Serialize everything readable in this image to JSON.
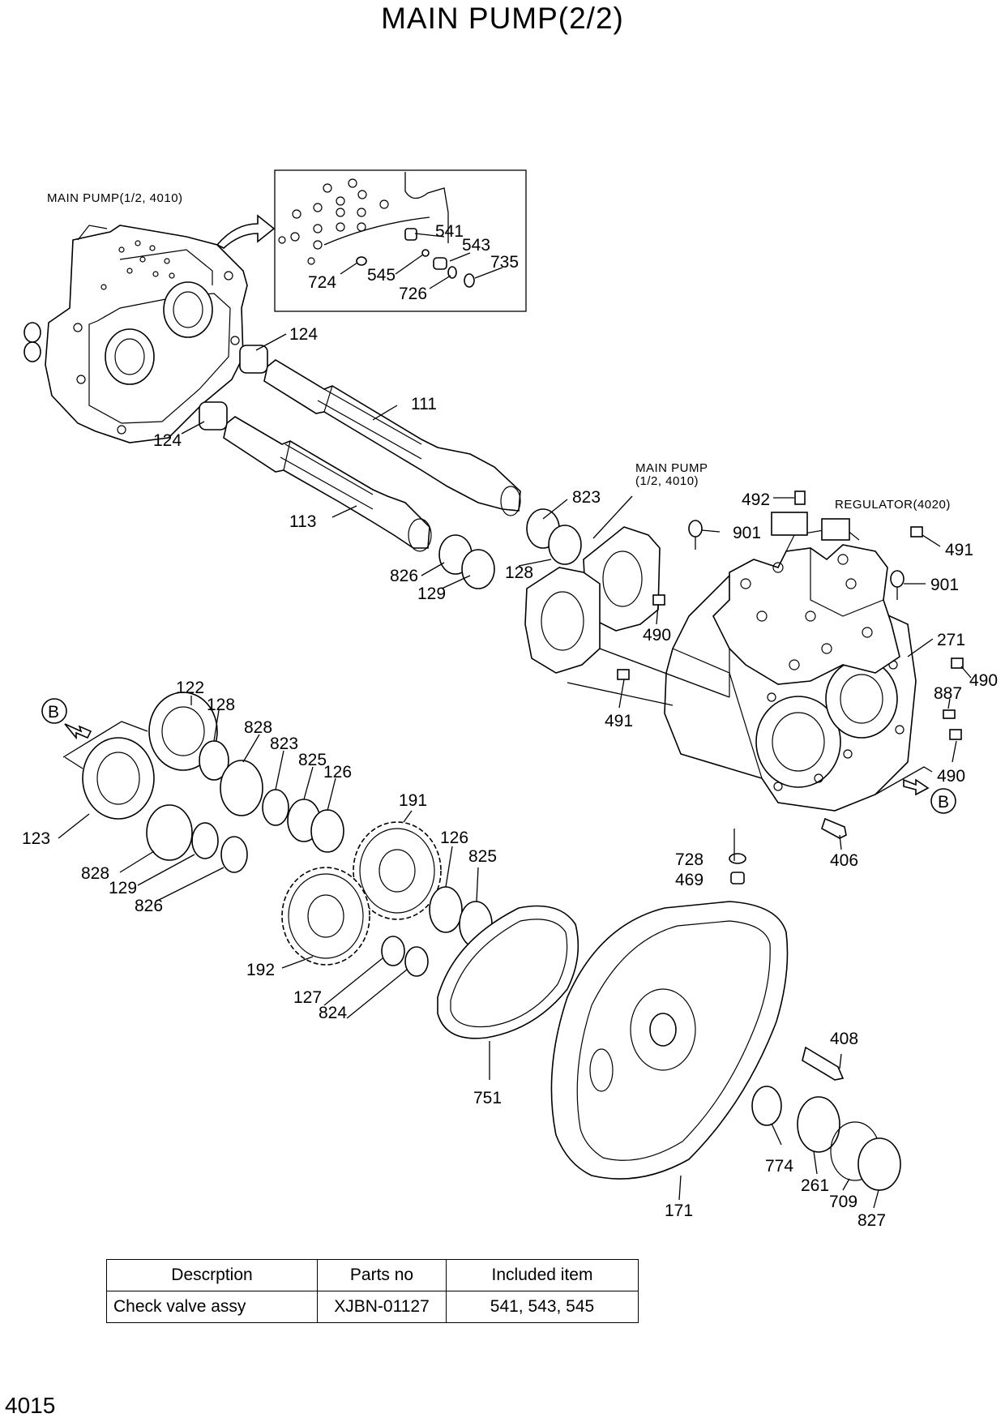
{
  "title": "MAIN PUMP(2/2)",
  "page_number": "4015",
  "notes": {
    "main_pump_ref_1": "MAIN PUMP(1/2, 4010)",
    "main_pump_ref_2_line1": "MAIN PUMP",
    "main_pump_ref_2_line2": "(1/2, 4010)",
    "regulator_ref": "REGULATOR(4020)",
    "section_b": "B"
  },
  "labels": {
    "p541": "541",
    "p543": "543",
    "p735": "735",
    "p724": "724",
    "p545": "545",
    "p726": "726",
    "p124a": "124",
    "p124b": "124",
    "p111": "111",
    "p113": "113",
    "p823a": "823",
    "p128a": "128",
    "p826a": "826",
    "p129a": "129",
    "p492": "492",
    "p901a": "901",
    "p491a": "491",
    "p901b": "901",
    "p490a": "490",
    "p271": "271",
    "p490b": "490",
    "p887": "887",
    "p491b": "491",
    "p490c": "490",
    "p122": "122",
    "p128b": "128",
    "p828a": "828",
    "p823b": "823",
    "p825a": "825",
    "p126a": "126",
    "p123": "123",
    "p191": "191",
    "p126b": "126",
    "p825b": "825",
    "p828b": "828",
    "p129b": "129",
    "p826b": "826",
    "p192": "192",
    "p127": "127",
    "p824": "824",
    "p728": "728",
    "p469": "469",
    "p406": "406",
    "p408": "408",
    "p751": "751",
    "p774": "774",
    "p261": "261",
    "p709": "709",
    "p827": "827",
    "p171": "171"
  },
  "table": {
    "headers": [
      "Descrption",
      "Parts no",
      "Included item"
    ],
    "rows": [
      [
        "Check valve assy",
        "XJBN-01127",
        "541, 543, 545"
      ]
    ]
  }
}
